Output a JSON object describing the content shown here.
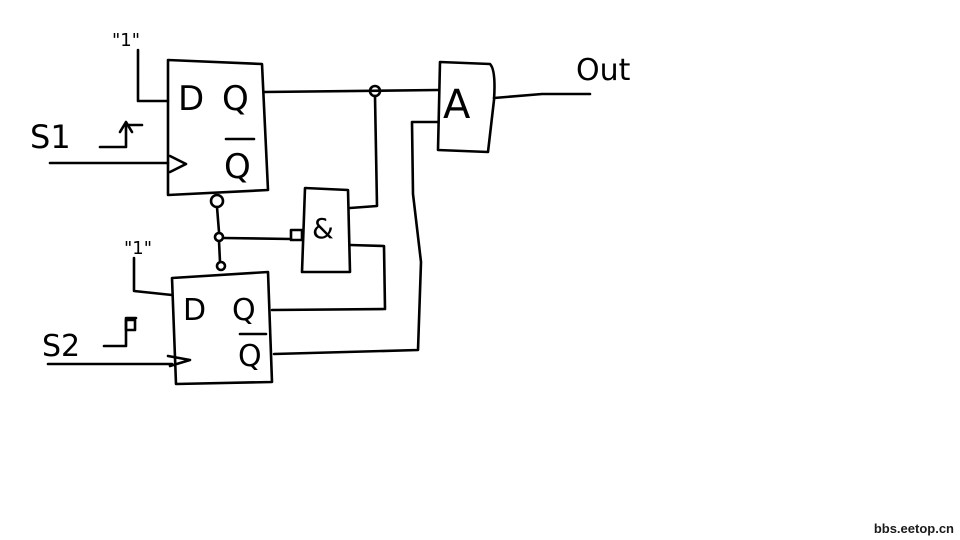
{
  "diagram": {
    "ff1": {
      "d": "D",
      "q": "Q",
      "qbar": "Q"
    },
    "ff2": {
      "d": "D",
      "q": "Q",
      "qbar": "Q"
    },
    "and_gate": {
      "symbol": "&"
    },
    "out_gate": {
      "symbol": "A"
    },
    "inputs": {
      "s1": "S1",
      "s2": "S2",
      "tie1": "\"1\"",
      "tie2": "\"1\""
    },
    "output_label": "Out"
  },
  "watermark": "bbs.eetop.cn",
  "colors": {
    "ink": "#000000",
    "background": "#ffffff"
  }
}
